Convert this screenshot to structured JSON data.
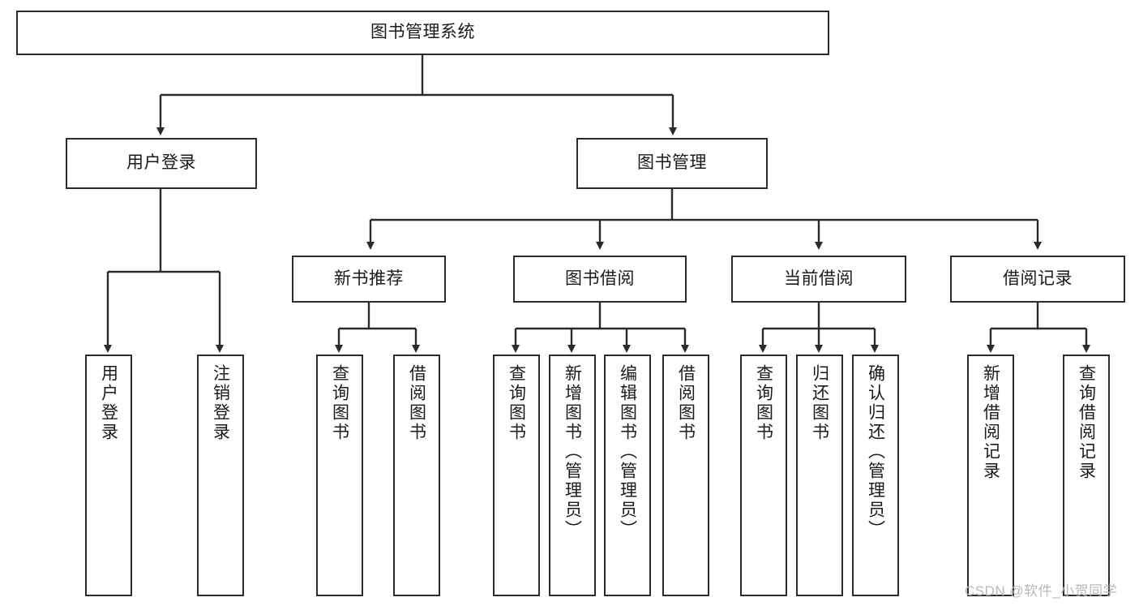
{
  "diagram": {
    "type": "tree-hierarchy",
    "title": "图书管理系统",
    "watermark": "CSDN @软件_小贺同学",
    "colors": {
      "box_border": "#2b2b2b",
      "box_fill": "#ffffff",
      "connector": "#2b2b2b",
      "text": "#1a1a1a",
      "watermark": "#b9b9b9",
      "background": "#ffffff"
    },
    "levels": {
      "level1": [
        {
          "id": "root",
          "label": "图书管理系统",
          "orientation": "horizontal"
        }
      ],
      "level2": [
        {
          "id": "user-login",
          "label": "用户登录",
          "orientation": "horizontal",
          "parent": "root"
        },
        {
          "id": "book-manage",
          "label": "图书管理",
          "orientation": "horizontal",
          "parent": "root"
        }
      ],
      "level3": [
        {
          "id": "new-book-rec",
          "label": "新书推荐",
          "orientation": "horizontal",
          "parent": "book-manage"
        },
        {
          "id": "book-borrow",
          "label": "图书借阅",
          "orientation": "horizontal",
          "parent": "book-manage"
        },
        {
          "id": "current-borrow",
          "label": "当前借阅",
          "orientation": "horizontal",
          "parent": "book-manage"
        },
        {
          "id": "borrow-record",
          "label": "借阅记录",
          "orientation": "horizontal",
          "parent": "book-manage"
        }
      ],
      "level4": [
        {
          "id": "leaf-user-login",
          "label": "用户登录",
          "orientation": "vertical",
          "parent": "user-login"
        },
        {
          "id": "leaf-logout",
          "label": "注销登录",
          "orientation": "vertical",
          "parent": "user-login"
        },
        {
          "id": "leaf-query-book-1",
          "label": "查询图书",
          "orientation": "vertical",
          "parent": "new-book-rec"
        },
        {
          "id": "leaf-borrow-book-1",
          "label": "借阅图书",
          "orientation": "vertical",
          "parent": "new-book-rec"
        },
        {
          "id": "leaf-query-book-2",
          "label": "查询图书",
          "orientation": "vertical",
          "parent": "book-borrow"
        },
        {
          "id": "leaf-add-book",
          "label": "新增图书（管理员）",
          "orientation": "vertical",
          "parent": "book-borrow"
        },
        {
          "id": "leaf-edit-book",
          "label": "编辑图书（管理员）",
          "orientation": "vertical",
          "parent": "book-borrow"
        },
        {
          "id": "leaf-borrow-book-2",
          "label": "借阅图书",
          "orientation": "vertical",
          "parent": "book-borrow"
        },
        {
          "id": "leaf-query-book-3",
          "label": "查询图书",
          "orientation": "vertical",
          "parent": "current-borrow"
        },
        {
          "id": "leaf-return-book",
          "label": "归还图书",
          "orientation": "vertical",
          "parent": "current-borrow"
        },
        {
          "id": "leaf-confirm-return",
          "label": "确认归还（管理员）",
          "orientation": "vertical",
          "parent": "current-borrow"
        },
        {
          "id": "leaf-add-record",
          "label": "新增借阅记录",
          "orientation": "vertical",
          "parent": "borrow-record"
        },
        {
          "id": "leaf-query-record",
          "label": "查询借阅记录",
          "orientation": "vertical",
          "parent": "borrow-record"
        }
      ]
    }
  }
}
